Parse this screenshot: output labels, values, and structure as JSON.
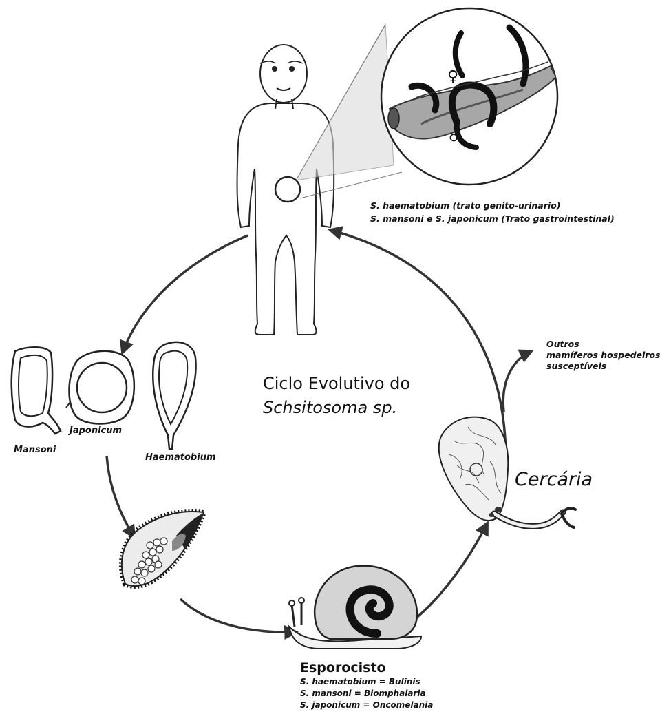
{
  "diagram": {
    "title_line1": "Ciclo Evolutivo do",
    "title_line2": "Schsitosoma sp.",
    "host_labels": [
      "S. haematobium (trato genito-urinario)",
      "S. mansoni e S. japonicum (Trato gastrointestinal)"
    ],
    "other_hosts": [
      "Outros",
      "mamíferos hospedeiros",
      "susceptíveis"
    ],
    "eggs": {
      "mansoni": "Mansoni",
      "japonicum": "Japonicum",
      "haematobium": "Haematobium"
    },
    "cercaria": "Cercária",
    "esporocisto": {
      "title": "Esporocisto",
      "snails": [
        "S. haematobium = Bulinis",
        "S. mansoni = Biomphalaria",
        "S. japonicum = Oncomelania"
      ]
    },
    "symbols": {
      "female": "♀",
      "male": "♂"
    }
  }
}
